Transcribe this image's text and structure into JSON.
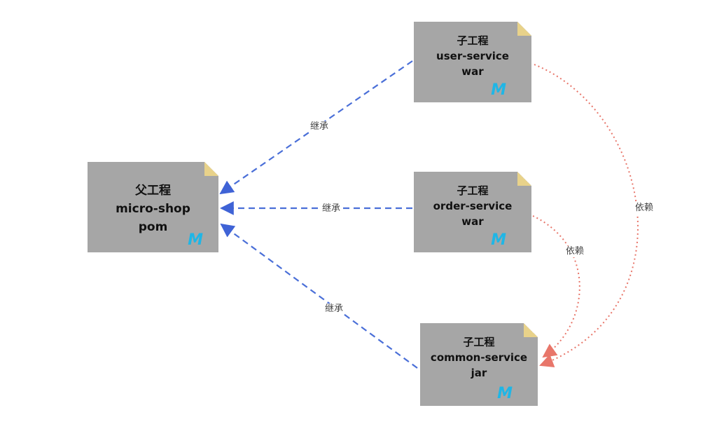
{
  "nodes": {
    "parent": {
      "title": "父工程",
      "name": "micro-shop",
      "packaging": "pom"
    },
    "user_service": {
      "title": "子工程",
      "name": "user-service",
      "packaging": "war"
    },
    "order_service": {
      "title": "子工程",
      "name": "order-service",
      "packaging": "war"
    },
    "common_service": {
      "title": "子工程",
      "name": "common-service",
      "packaging": "jar"
    }
  },
  "edges": {
    "inherit_label": "继承",
    "depend_label": "依赖"
  },
  "icon": {
    "name": "maven-icon",
    "glyph": "M"
  },
  "colors": {
    "node_fill": "#a6a6a6",
    "inherit_line": "#4a6fd8",
    "depend_line": "#e8766a",
    "maven_icon": "#1fb6e6"
  }
}
